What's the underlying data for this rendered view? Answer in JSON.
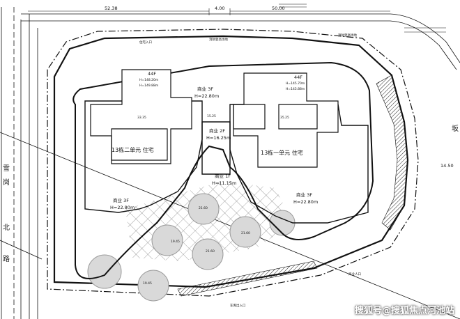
{
  "dims": {
    "top_left": "52.38",
    "top_mid": "4.00",
    "top_right": "50.00",
    "right_side": "14.50"
  },
  "road": {
    "left": [
      "雪",
      "岗",
      "北",
      "路"
    ],
    "right": "坂"
  },
  "towers": {
    "unit2": {
      "floors": "44F",
      "height": "H=148.20m",
      "height2": "H=149.88m",
      "name": "13栋二单元 住宅"
    },
    "unit1": {
      "floors": "44F",
      "height": "H=145.70m",
      "height2": "H=145.88m",
      "name": "13栋一单元 住宅"
    }
  },
  "commercial": [
    {
      "name": "商业 3F",
      "height": "H=22.80m"
    },
    {
      "name": "商业 2F",
      "height": "H=16.25m"
    },
    {
      "name": "商业 1F",
      "height": "H=11.15m"
    },
    {
      "name": "商业 3F",
      "height": "H=22.80m"
    },
    {
      "name": "商业 3F",
      "height": "H=22.80m"
    }
  ],
  "spot_levels": [
    "21.60",
    "21.60",
    "21.60",
    "19.45",
    "19.45"
  ],
  "ref_levels": [
    "15.25",
    "33.35",
    "35.25"
  ],
  "small_labels": {
    "entry_left": "住宅入口",
    "fire_road": "消防登高场地",
    "fire_road2": "消防登高场地",
    "entrance": "车库出入口",
    "entrance2": "商业人口",
    "watermark": "搜狐号@搜狐焦点河池站"
  },
  "colors": {
    "line": "#111111",
    "hatch": "#222222",
    "tree": "#9a9a9a",
    "bg": "#ffffff"
  }
}
